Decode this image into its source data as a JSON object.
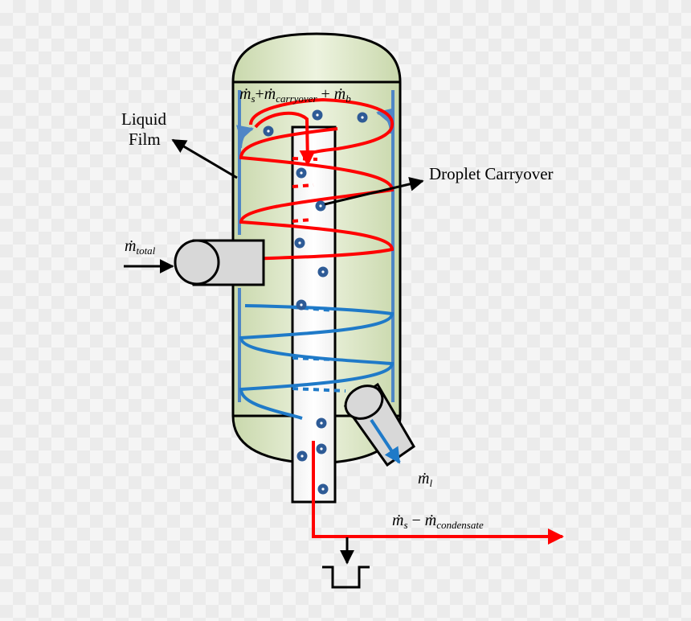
{
  "labels": {
    "liquid_film_line1": "Liquid",
    "liquid_film_line2": "Film",
    "droplet_carryover": "Droplet Carryover"
  },
  "flows": {
    "top": {
      "ms": "ṁ",
      "s_sub": "s",
      "plus1": "+",
      "mc": "ṁ",
      "carry_sub": "carryover",
      "plus2": "+",
      "mb": "ṁ",
      "b_sub": "b"
    },
    "inlet": {
      "m": "ṁ",
      "sub": "total"
    },
    "liquid_out": {
      "m": "ṁ",
      "sub": "l"
    },
    "steam_out": {
      "ms": "ṁ",
      "s_sub": "s",
      "minus": "−",
      "mc": "ṁ",
      "cond_sub": "condensate"
    }
  },
  "colors": {
    "vessel_fill": "#e4ecd2",
    "vessel_shade": "#c9d8ac",
    "pipe_fill": "#d8d8d8",
    "red_flow": "#ff0000",
    "blue_flow": "#1f7ac8",
    "droplet": "#2e5b96",
    "film": "#4f86c6",
    "outline": "#000000"
  }
}
